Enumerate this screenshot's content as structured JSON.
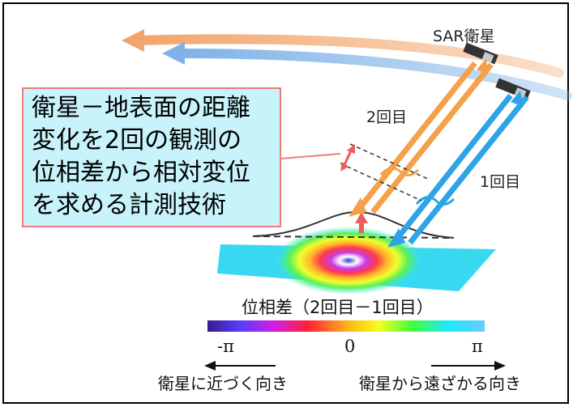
{
  "satellite_label": "SAR衛星",
  "pass_second_label": "2回目",
  "pass_first_label": "1回目",
  "callout_lines": [
    "衛星－地表面の距離",
    "変化を2回の観測の",
    "位相差から相対変位",
    "を求める計測技術"
  ],
  "colorbar": {
    "title": "位相差（2回目－1回目）",
    "tick_neg": "-π",
    "tick_zero": "0",
    "tick_pos": "π"
  },
  "directions": {
    "toward": "衛星に近づく向き",
    "away": "衛星から遠ざかる向き"
  },
  "colors": {
    "orbit_second": "#f2a56b",
    "orbit_first": "#7fb2e8",
    "beam_second": "#f5a04a",
    "beam_first": "#2ea4e8",
    "callout_fill": "#c9f3fb",
    "callout_border": "#f07c7c",
    "displacement_arrow": "#f05a5a"
  }
}
